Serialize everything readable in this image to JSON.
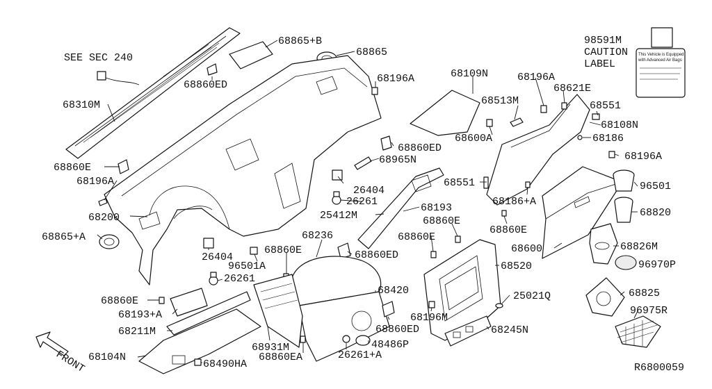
{
  "labels": {
    "see_sec": "SEE SEC 240",
    "p68865b": "68865+B",
    "p68865": "68865",
    "p68860ed_top": "68860ED",
    "p68310m": "68310M",
    "p68196a_top": "68196A",
    "p68109n": "68109N",
    "p68196a_r": "68196A",
    "p68621e": "68621E",
    "p68513m": "68513M",
    "p68551_r": "68551",
    "p68108n": "68108N",
    "p68600a": "68600A",
    "p68186": "68186",
    "p68860ed_mid": "68860ED",
    "p68860e_l": "68860E",
    "p68965n": "68965N",
    "p68196a_rr": "68196A",
    "p68196a_l": "68196A",
    "p26404_a": "26404",
    "p68551_m": "68551",
    "p96501": "96501",
    "p26261_a": "26261",
    "p68186a": "68186+A",
    "p25412m": "25412M",
    "p68193": "68193",
    "p68820": "68820",
    "p68200": "68200",
    "p68860e_m": "68860E",
    "p68860e_r": "68860E",
    "p68865a": "68865+A",
    "p68236": "68236",
    "p68860e_m2": "68860E",
    "p68600": "68600",
    "p68826m": "68826M",
    "p26404_b": "26404",
    "p68860e_c": "68860E",
    "p68860ed_c": "68860ED",
    "p96501a": "96501A",
    "p68520": "68520",
    "p96970p": "96970P",
    "p26261_b": "26261",
    "p68420": "68420",
    "p68825": "68825",
    "p68860e_bl": "68860E",
    "p25021q": "25021Q",
    "p68193a": "68193+A",
    "p68196m": "68196M",
    "p96975r": "96975R",
    "p68860ed_b": "68860ED",
    "p68211m": "68211M",
    "p68245n": "68245N",
    "p68931m": "68931M",
    "p48486p": "48486P",
    "p68104n": "68104N",
    "p68860ea": "68860EA",
    "p26261a": "26261+A",
    "p68490ha": "68490HA",
    "front": "FRONT",
    "caution_num": "98591M",
    "caution_1": "CAUTION",
    "caution_2": "LABEL",
    "caution_fine_1": "This Vehicle is Equipped",
    "caution_fine_2": "with Advanced Air Bags",
    "ref": "R6800059"
  },
  "colors": {
    "ink": "#111111",
    "paper": "#ffffff"
  }
}
